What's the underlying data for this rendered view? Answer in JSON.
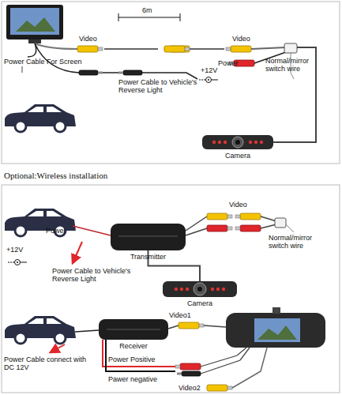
{
  "diagram": {
    "nodes": [
      {
        "text": [
          "Camera"
        ]
      },
      {
        "text": [
          "Transmitter"
        ]
      },
      {
        "text": [
          "Camera"
        ]
      },
      {
        "text": [
          "Receiver"
        ]
      }
    ],
    "edges": [
      {
        "from": 2,
        "to": 1,
        "arrow": "none"
      }
    ],
    "labels": [
      "6m",
      "Video",
      "Video",
      "Power",
      "Normal/mirror switch wire",
      "Power Cable For Screen",
      "Power Cable to Vehicle's Reverse Light",
      "+12V",
      "Optional:Wireless installation",
      "Video",
      "Power",
      "+12V",
      "Power Cable to Vehicle's Reverse Light",
      "Normal/mirror switch wire",
      "Video1",
      "Power Cable connect with DC 12V",
      "Power Positive",
      "Pawer negative",
      "Video2"
    ]
  }
}
